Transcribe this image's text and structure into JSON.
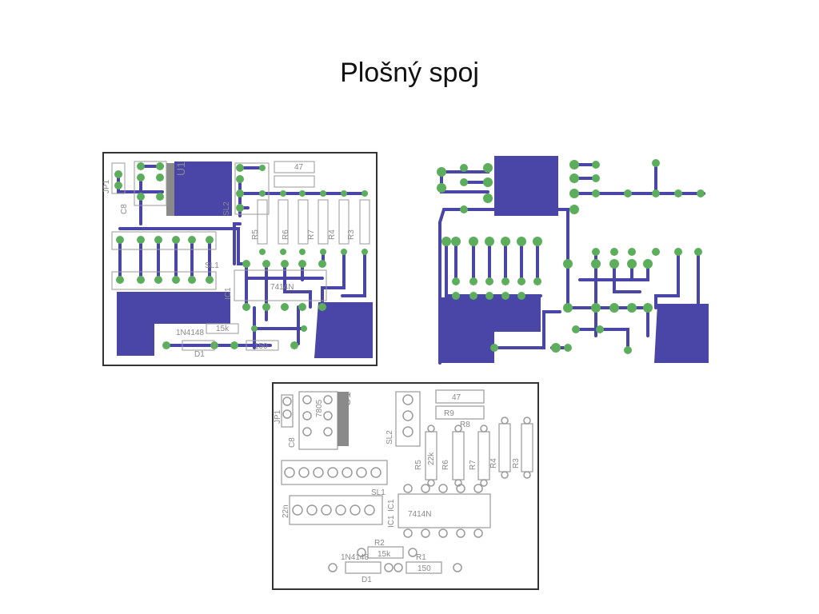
{
  "title": "Plošný spoj",
  "colors": {
    "copper": "#4a46a8",
    "pad": "#5cae5c",
    "silk": "#9a9a9a",
    "board_outline": "#333333"
  },
  "labels": {
    "u1": "U1",
    "jp1": "JP1",
    "c8": "C8",
    "sl1": "SL1",
    "sl2": "SL2",
    "ic1": "IC1",
    "chip": "7414N",
    "d1": "D1",
    "diode": "1N4148",
    "r1": "R1",
    "r1_val": "150",
    "r2": "R2",
    "r2_val": "15k",
    "r3": "R3",
    "r4": "R4",
    "r5": "R5",
    "r6": "R6",
    "r7": "R7",
    "r8": "R8",
    "r9": "R9",
    "r_val": "22k",
    "r47": "47",
    "c22": "22n",
    "reg": "7805"
  }
}
